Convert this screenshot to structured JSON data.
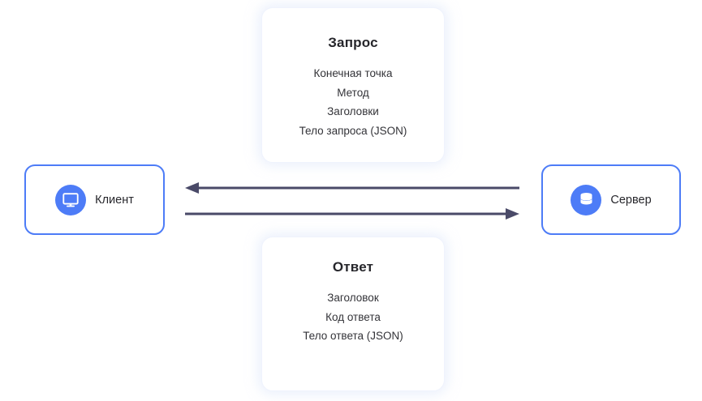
{
  "diagram": {
    "title_hidden": "",
    "accent_color": "#4d7cf7",
    "arrow_color": "#4a4a68",
    "text_color": "#26262b",
    "background": "#ffffff"
  },
  "nodes": {
    "client": {
      "label": "Клиент",
      "icon": "monitor-icon"
    },
    "server": {
      "label": "Сервер",
      "icon": "database-icon"
    }
  },
  "cards": {
    "request": {
      "title": "Запрос",
      "lines": [
        "Конечная точка",
        "Метод",
        "Заголовки",
        "Тело запроса (JSON)"
      ]
    },
    "response": {
      "title": "Ответ",
      "lines": [
        "Заголовок",
        "Код ответа",
        "Тело ответа (JSON)"
      ]
    }
  },
  "arrows": {
    "server_to_client": {
      "direction": "left",
      "from": "Сервер",
      "to": "Клиент"
    },
    "client_to_server": {
      "direction": "right",
      "from": "Клиент",
      "to": "Сервер"
    }
  }
}
